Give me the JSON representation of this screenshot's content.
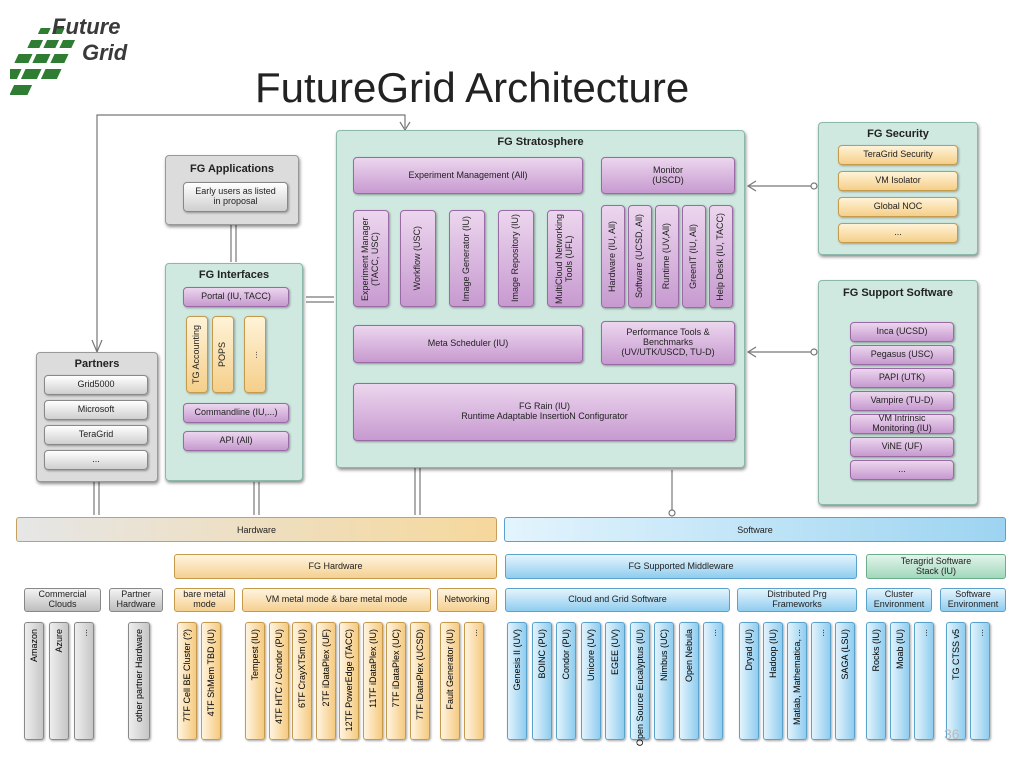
{
  "slide": {
    "title": "FutureGrid Architecture",
    "page_number": "36",
    "logo_line1": "Future",
    "logo_line2": "Grid"
  },
  "colors": {
    "teal_panel": "#cfe8e0",
    "purple": "#c79ad0",
    "gold": "#f5cf8a",
    "blue": "#8fcdef",
    "grey": "#c6c6c6"
  },
  "stratosphere": {
    "title": "FG Stratosphere",
    "experiment_management": "Experiment Management (All)",
    "monitor": "Monitor\n(USCD)",
    "tools": [
      "Experiment Manager (TACC, USC)",
      "Workflow (USC)",
      "Image Generator (IU)",
      "Image Repository (IU)",
      "MultiCloud Networking Tools (UFL)"
    ],
    "monitors": [
      "Hardware (IU, All)",
      "Software (UCSD, All)",
      "Runtime (UV,All)",
      "GreenIT (IU, All)",
      "Help Desk (IU, TACC)"
    ],
    "meta_scheduler": "Meta Scheduler (IU)",
    "perf_tools": "Performance Tools &\nBenchmarks\n(UV/UTK/USCD, TU-D)",
    "rain": "FG Rain (IU)\nRuntime Adaptable InsertioN Configurator"
  },
  "applications": {
    "title": "FG Applications",
    "item": "Early users as listed\nin proposal"
  },
  "interfaces": {
    "title": "FG Interfaces",
    "portal": "Portal (IU, TACC)",
    "tools": [
      "TG Accounting",
      "POPS",
      "..."
    ],
    "commandline": "Commandline (IU,...)",
    "api": "API (All)"
  },
  "partners": {
    "title": "Partners",
    "items": [
      "Grid5000",
      "Microsoft",
      "TeraGrid",
      "..."
    ]
  },
  "security": {
    "title": "FG Security",
    "items": [
      "TeraGrid Security",
      "VM Isolator",
      "Global NOC",
      "..."
    ]
  },
  "support": {
    "title": "FG Support Software",
    "items": [
      "Inca (UCSD)",
      "Pegasus (USC)",
      "PAPI  (UTK)",
      "Vampire (TU-D)",
      "VM Intrinsic\nMonitoring (IU)",
      "ViNE (UF)",
      "..."
    ]
  },
  "bars": {
    "hardware": "Hardware",
    "software": "Software",
    "fg_hardware": "FG Hardware",
    "fg_middleware": "FG Supported Middleware",
    "teragrid_stack": "Teragrid Software\nStack (IU)"
  },
  "categories": {
    "commercial": "Commercial\nClouds",
    "partner_hw": "Partner\nHardware",
    "bare_metal": "bare metal\nmode",
    "vm_metal": "VM metal mode & bare metal mode",
    "networking": "Networking",
    "cloud_grid": "Cloud and Grid Software",
    "distributed": "Distributed Prg\nFrameworks",
    "cluster": "Cluster\nEnvironment",
    "software_env": "Software\nEnvironment"
  },
  "columns": {
    "commercial": [
      "Amazon",
      "Azure",
      "..."
    ],
    "partner_hw": [
      "other partner Hardware"
    ],
    "bare_metal": [
      "7TF Cell BE Cluster (?)",
      "4TF ShMem TBD (IU)"
    ],
    "vm_metal": [
      "Tempest (IU)",
      "4TF HTC / Condor (PU)",
      "6TF CrayXT5m (IU)",
      "2TF iDataPlex (UF)",
      "12TF PowerEdge (TACC)",
      "11TF iDataPlex (IU)",
      "7TF iDataPlex (UC)",
      "7TF iDataPlex (UCSD)"
    ],
    "networking": [
      "Fault Generator (IU)",
      "..."
    ],
    "cloud_grid": [
      "Genesis II (UV)",
      "BOINC (PU)",
      "Condor (PU)",
      "Unicore (UV)",
      "EGEE (UV)",
      "Open Source Eucalyptus (IU)",
      "Nimbus (UC)",
      "Open Nebula",
      "..."
    ],
    "distributed": [
      "Dryad (IU)",
      "Hadoop (IU)",
      "Matlab, Mathematica, ...",
      "...",
      "SAGA (LSU)"
    ],
    "cluster": [
      "Rocks (IU)",
      "Moab (IU)",
      "..."
    ],
    "software_env": [
      "TG CTSS v5",
      "..."
    ]
  }
}
